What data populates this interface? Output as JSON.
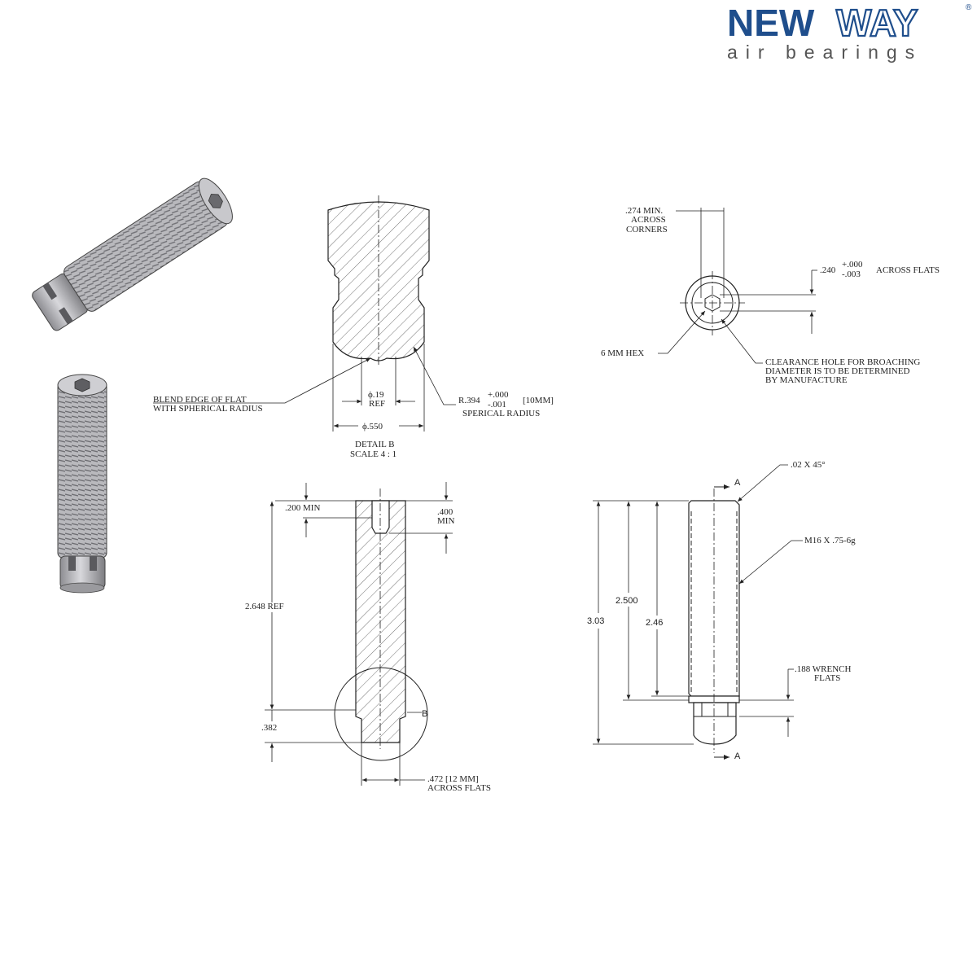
{
  "logo": {
    "word_new": "NEW",
    "word_way": "WAY",
    "registered": "®",
    "subtitle": "air bearings",
    "colors": {
      "primary": "#1f4e8c"
    }
  },
  "detail_b": {
    "note_blend_line1": "BLEND EDGE OF FLAT",
    "note_blend_line2": "WITH SPHERICAL RADIUS",
    "dia_flat": "ϕ.19",
    "dia_flat_ref": "REF",
    "radius_main": "R.394",
    "radius_tol_plus": "+.000",
    "radius_tol_minus": "-.001",
    "radius_metric": "[10MM]",
    "radius_label": "SPERICAL RADIUS",
    "dia_body": "ϕ.550",
    "title": "DETAIL B",
    "scale": "SCALE 4 : 1"
  },
  "end_view": {
    "corners_line1": ".274 MIN.",
    "corners_line2": "ACROSS",
    "corners_line3": "CORNERS",
    "flats_value": ".240",
    "flats_tol_plus": "+.000",
    "flats_tol_minus": "-.003",
    "flats_label": "ACROSS FLATS",
    "hex_label": "6 MM HEX",
    "clearance_line1": "CLEARANCE HOLE FOR BROACHING",
    "clearance_line2": "DIAMETER IS TO BE DETERMINED",
    "clearance_line3": "BY MANUFACTURE"
  },
  "section_view": {
    "dim_200": ".200 MIN",
    "dim_400_line1": ".400",
    "dim_400_line2": "MIN",
    "dim_2648": "2.648 REF",
    "dim_382": ".382",
    "detail_callout": "B",
    "dim_472_line1": ".472 [12 MM]",
    "dim_472_line2": "ACROSS FLATS"
  },
  "side_view": {
    "section_mark_top": "A",
    "section_mark_bottom": "A",
    "chamfer": ".02 X 45°",
    "thread": "M16 X .75-6g",
    "dim_2500": "2.500",
    "dim_303": "3.03",
    "dim_246": "2.46",
    "wrench_line1": ".188 WRENCH",
    "wrench_line2": "FLATS"
  }
}
